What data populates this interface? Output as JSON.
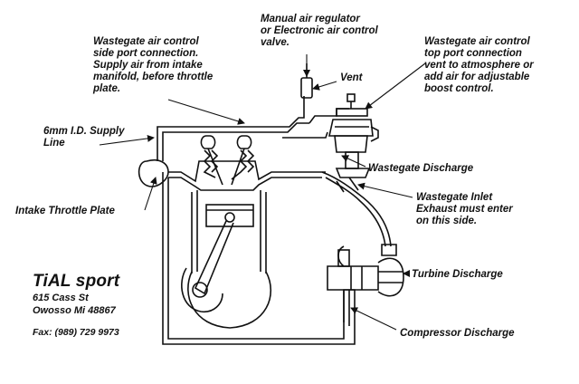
{
  "labels": {
    "manual_regulator": "Manual air regulator\nor Electronic air control\nvalve.",
    "side_port": "Wastegate air control\nside port connection.\nSupply air from intake\nmanifold, before throttle\nplate.",
    "top_port": "Wastegate air control\ntop port connection\nvent to atmosphere or\nadd air for adjustable\nboost control.",
    "vent": "Vent",
    "supply_line": "6mm I.D. Supply\nLine",
    "wastegate_discharge": "Wastegate Discharge",
    "intake_throttle": "Intake Throttle Plate",
    "wastegate_inlet": "Wastegate Inlet\nExhaust must enter\non this side.",
    "turbine_discharge": "Turbine Discharge",
    "compressor_discharge": "Compressor Discharge"
  },
  "brand": {
    "logo_text": "TiAL sport",
    "address_line1": "615 Cass St",
    "address_line2": "Owosso Mi 48867",
    "fax": "Fax: (989) 729 9973"
  }
}
